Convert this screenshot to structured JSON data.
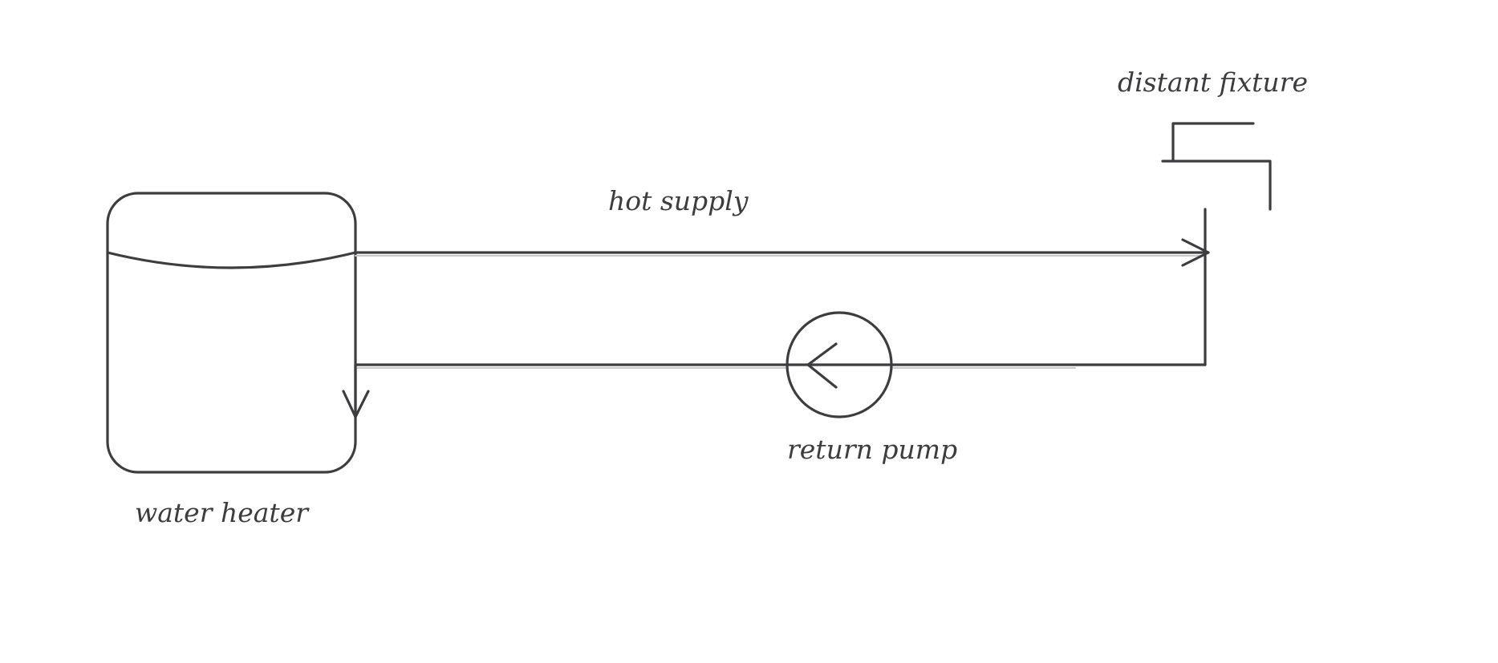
{
  "diagram": {
    "labels": {
      "distant_fixture": "distant fixture",
      "hot_supply": "hot supply",
      "return_pump": "return pump",
      "water_heater": "water heater"
    },
    "colors": {
      "stroke": "#3d3d40",
      "background": "#ffffff"
    },
    "icons": {
      "heater": "tank-icon",
      "pump": "pump-icon",
      "fixture": "faucet-icon"
    }
  }
}
